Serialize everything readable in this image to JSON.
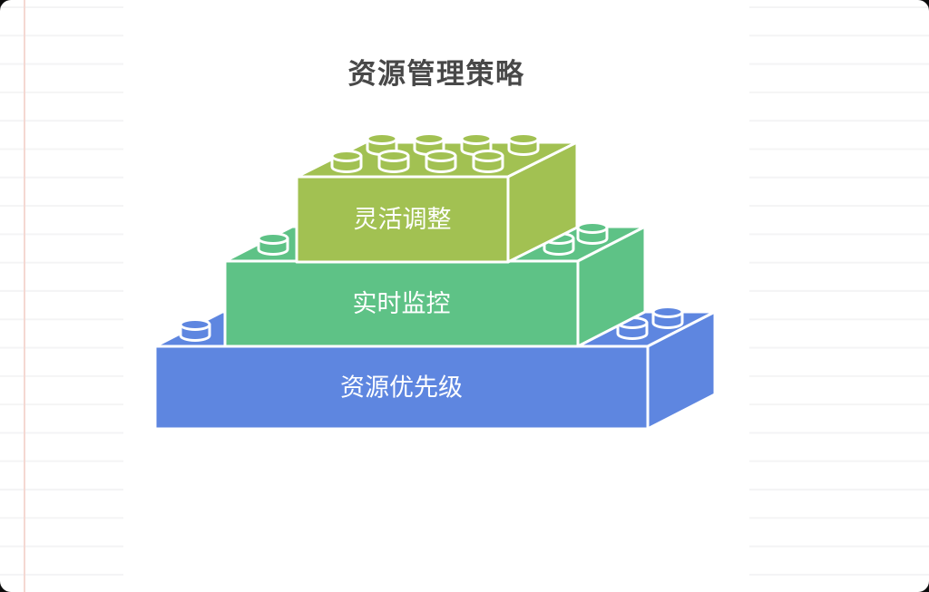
{
  "title": "资源管理策略",
  "colors": {
    "card_bg": "#ffffff",
    "outside_bg": "#0c0c0c",
    "ruled_line": "#f4f4f5",
    "margin_line": "#f4d8d2",
    "title_text": "#484848",
    "brick_stroke": "#ffffff",
    "label_text": "#ffffff"
  },
  "diagram": {
    "type": "lego-brick-pyramid",
    "levels": [
      {
        "label": "灵活调整",
        "color": "#a2c152"
      },
      {
        "label": "实时监控",
        "color": "#5ec286"
      },
      {
        "label": "资源优先级",
        "color": "#5e86e0"
      }
    ]
  }
}
